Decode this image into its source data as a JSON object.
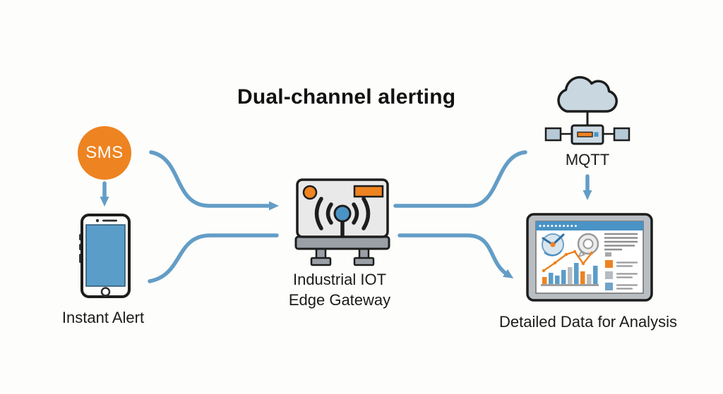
{
  "theme": {
    "background": "#fdfdfb",
    "arrow_color": "#639dc6",
    "orange": "#ee8321",
    "blue": "#4a93c6",
    "screen_blue": "#5b9dc9",
    "cloud_fill": "#c9d7e1",
    "hub_fill": "#ccdae4",
    "square_fill": "#b7c9d6",
    "panel_gray": "#e9e9e9",
    "base_gray": "#9aa0a6",
    "frame_gray": "#b9bec3",
    "outline": "#1d1d1d"
  },
  "diagram": {
    "title": "Dual-channel alerting"
  },
  "nodes": {
    "sms": {
      "label": "SMS",
      "icon": "sms-badge-icon"
    },
    "phone": {
      "label": "Instant Alert",
      "icon": "smartphone-icon"
    },
    "gateway": {
      "label_line1": "Industrial IOT",
      "label_line2": "Edge Gateway",
      "icon": "iot-gateway-icon"
    },
    "mqtt": {
      "label": "MQTT",
      "icon": "cloud-network-icon"
    },
    "dashboard": {
      "label": "Detailed Data for Analysis",
      "icon": "analytics-dashboard-icon"
    }
  },
  "connections": [
    {
      "from": "sms",
      "to": "gateway",
      "style": "curved-arrow"
    },
    {
      "from": "phone",
      "to": "gateway",
      "style": "curved-line"
    },
    {
      "from": "sms",
      "to": "phone",
      "style": "straight-arrow"
    },
    {
      "from": "gateway",
      "to": "mqtt",
      "style": "curved-line"
    },
    {
      "from": "gateway",
      "to": "dashboard",
      "style": "curved-arrow"
    },
    {
      "from": "mqtt",
      "to": "dashboard",
      "style": "straight-arrow"
    }
  ]
}
